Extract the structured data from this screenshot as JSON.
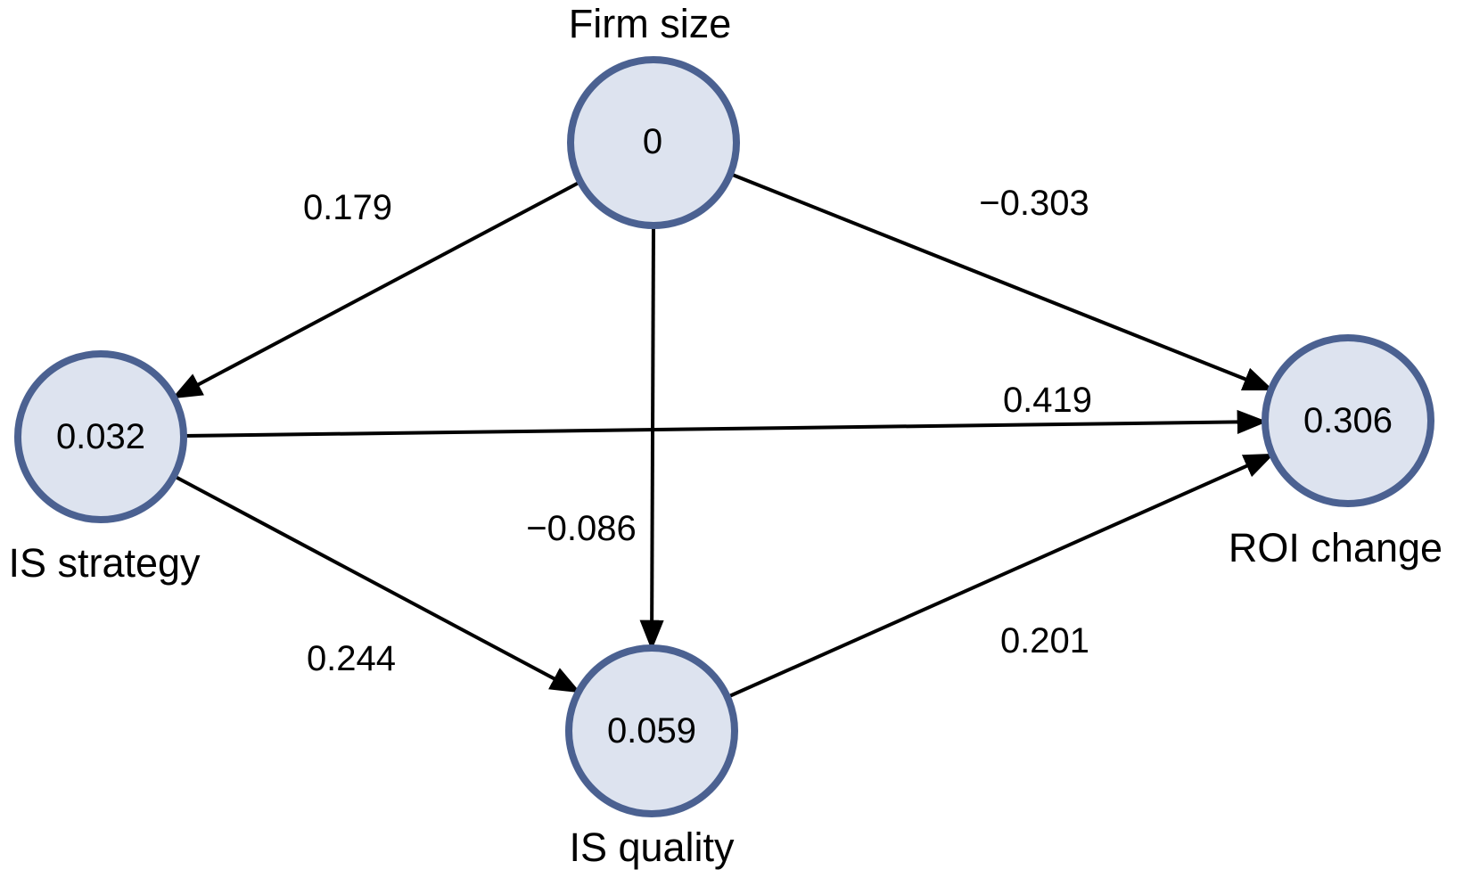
{
  "diagram": {
    "type": "path-model",
    "nodes": [
      {
        "id": "firm_size",
        "label": "Firm size",
        "value": "0"
      },
      {
        "id": "is_strategy",
        "label": "IS strategy",
        "value": "0.032"
      },
      {
        "id": "is_quality",
        "label": "IS quality",
        "value": "0.059"
      },
      {
        "id": "roi_change",
        "label": "ROI change",
        "value": "0.306"
      }
    ],
    "edges": [
      {
        "from": "firm_size",
        "to": "is_strategy",
        "label": "0.179"
      },
      {
        "from": "firm_size",
        "to": "roi_change",
        "label": "−0.303"
      },
      {
        "from": "firm_size",
        "to": "is_quality",
        "label": "−0.086"
      },
      {
        "from": "is_strategy",
        "to": "roi_change",
        "label": "0.419"
      },
      {
        "from": "is_strategy",
        "to": "is_quality",
        "label": "0.244"
      },
      {
        "from": "is_quality",
        "to": "roi_change",
        "label": "0.201"
      }
    ],
    "colors": {
      "node_fill": "#dde3ef",
      "node_border": "#4b6191",
      "edge": "#000000",
      "text": "#000000",
      "background": "#ffffff"
    }
  }
}
